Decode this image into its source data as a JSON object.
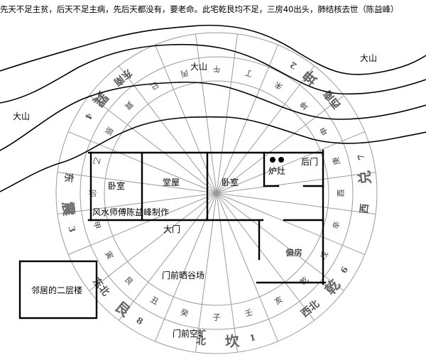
{
  "caption": "先天不足主贫，后天不足主病，先后天都没有，要老命。此宅乾艮均不足，三房40出头，肺结核去世（陈益峰）",
  "mountain_label": "大山",
  "author_label": "风水师傅陈益峰制作",
  "rooms": {
    "bedroom_left": "卧室",
    "main_hall": "堂屋",
    "bedroom_center": "卧室",
    "stove": "炉灶",
    "back_door": "后门",
    "main_door": "大门",
    "side_room": "偏房",
    "drying_yard": "门前晒谷场",
    "open_space": "门前空旷",
    "neighbor_building": "邻居的二层楼"
  },
  "compass": {
    "mountains": [
      "子",
      "癸",
      "丑",
      "艮",
      "寅",
      "甲",
      "卯",
      "乙",
      "辰",
      "巽",
      "巳",
      "丙",
      "午",
      "丁",
      "未",
      "坤",
      "申",
      "庚",
      "酉",
      "辛",
      "戌",
      "乾",
      "亥",
      "壬"
    ],
    "trigrams": [
      {
        "symbol": "坎",
        "label": "北",
        "number": "1"
      },
      {
        "symbol": "艮",
        "label": "东北",
        "number": "8"
      },
      {
        "symbol": "震",
        "label": "东",
        "number": "3"
      },
      {
        "symbol": "巽",
        "label": "东南",
        "number": "4"
      },
      {
        "symbol": "坤",
        "label": "西南",
        "number": "2"
      },
      {
        "symbol": "兑",
        "label": "西",
        "number": "7"
      },
      {
        "symbol": "乾",
        "label": "西北",
        "number": "6"
      }
    ]
  }
}
